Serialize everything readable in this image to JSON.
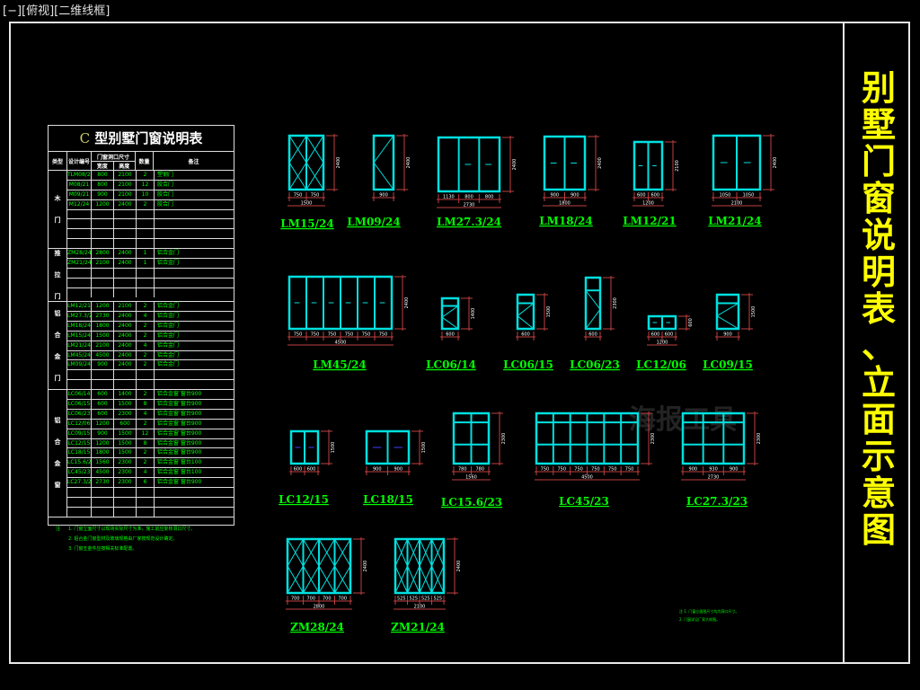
{
  "viewport_label": "[−][俯视][二维线框]",
  "side_title": [
    "别",
    "墅",
    "门",
    "窗",
    "说",
    "明",
    "表",
    "、",
    "立",
    "面",
    "示",
    "意",
    "图"
  ],
  "watermark": "海报工具",
  "table": {
    "title_prefix": "C",
    "title": "型别墅门窗说明表",
    "headers": [
      "类型",
      "设计编号",
      "门窗洞口尺寸",
      "宽度",
      "高度",
      "数量",
      "备注"
    ],
    "groups": [
      {
        "name": [
          "木",
          "门"
        ],
        "rows": [
          [
            "TLM08/21",
            "800",
            "2100",
            "2",
            "塑钢门"
          ],
          [
            "M08/21",
            "800",
            "2100",
            "12",
            "胶合门"
          ],
          [
            "M09/21",
            "900",
            "2100",
            "10",
            "胶合门"
          ],
          [
            "M12/24",
            "1200",
            "2400",
            "2",
            "胶合门"
          ],
          [
            "",
            "",
            "",
            "",
            ""
          ],
          [
            "",
            "",
            "",
            "",
            ""
          ],
          [
            "",
            "",
            "",
            "",
            ""
          ],
          [
            "",
            "",
            "",
            "",
            ""
          ]
        ]
      },
      {
        "name": [
          "推",
          "拉",
          "门"
        ],
        "rows": [
          [
            "ZM28/24",
            "2800",
            "2400",
            "1",
            "铝合金门"
          ],
          [
            "ZM21/24",
            "2100",
            "2400",
            "1",
            "铝合金门"
          ],
          [
            "",
            "",
            "",
            "",
            ""
          ],
          [
            "",
            "",
            "",
            "",
            ""
          ],
          [
            "",
            "",
            "",
            "",
            ""
          ]
        ]
      },
      {
        "name": [
          "铝",
          "合",
          "金",
          "门"
        ],
        "rows": [
          [
            "LM12/21",
            "1200",
            "2100",
            "2",
            "铝合金门"
          ],
          [
            "LM27.3/24",
            "2730",
            "2400",
            "4",
            "铝合金门"
          ],
          [
            "LM18/24",
            "1800",
            "2400",
            "2",
            "铝合金门"
          ],
          [
            "LM15/24",
            "1500",
            "2400",
            "2",
            "铝合金门"
          ],
          [
            "LM21/24",
            "2100",
            "2400",
            "4",
            "铝合金门"
          ],
          [
            "LM45/24",
            "4500",
            "2400",
            "2",
            "铝合金门"
          ],
          [
            "LM09/24",
            "900",
            "2400",
            "2",
            "铝合金门"
          ],
          [
            "",
            "",
            "",
            "",
            ""
          ],
          [
            "",
            "",
            "",
            "",
            ""
          ]
        ]
      },
      {
        "name": [
          "铝",
          "合",
          "金",
          "窗"
        ],
        "rows": [
          [
            "LC06/14",
            "600",
            "1400",
            "2",
            "铝合金窗 窗台900"
          ],
          [
            "LC06/15",
            "600",
            "1500",
            "8",
            "铝合金窗 窗台900"
          ],
          [
            "LC06/23",
            "600",
            "2300",
            "4",
            "铝合金窗 窗台900"
          ],
          [
            "LC12/06",
            "1200",
            "600",
            "2",
            "铝合金窗 窗台900"
          ],
          [
            "LC09/15",
            "900",
            "1500",
            "12",
            "铝合金窗 窗台900"
          ],
          [
            "LC12/15",
            "1200",
            "1500",
            "8",
            "铝合金窗 窗台900"
          ],
          [
            "LC18/15",
            "1800",
            "1500",
            "2",
            "铝合金窗 窗台900"
          ],
          [
            "LC15.6/23",
            "1560",
            "2300",
            "2",
            "铝合金窗 窗台100"
          ],
          [
            "LC45/23",
            "4500",
            "2300",
            "4",
            "铝合金窗 窗台100"
          ],
          [
            "LC27.3/23",
            "2730",
            "2300",
            "6",
            "铝合金窗 窗台900"
          ],
          [
            "",
            "",
            "",
            "",
            ""
          ],
          [
            "",
            "",
            "",
            "",
            ""
          ],
          [
            "",
            "",
            "",
            "",
            ""
          ]
        ]
      }
    ],
    "notes_label": "注",
    "notes": [
      "1. 门窗立面尺寸以现场实际尺寸为准，施工前应复核洞口尺寸。",
      "2. 铝合金门窗型材及玻璃规格由厂家按规范设计确定。",
      "3. 门窗五金件应按相关标准配置。"
    ]
  },
  "notes2": [
    "注  1. 门窗立面图尺寸均为洞口尺寸。",
    "     2. 门窗详见厂家大样图。"
  ],
  "colors": {
    "frame": "#00e0e0",
    "dim": "#c04040",
    "label": "#00ff00",
    "title": "#ffff00"
  },
  "windows": [
    {
      "label": "LM15/24",
      "type": "swing2",
      "dims": [
        "750",
        "750"
      ],
      "total": "1500",
      "height": "2400"
    },
    {
      "label": "LM09/24",
      "type": "swing1",
      "dims": [
        "900"
      ],
      "total": "",
      "height": "2400"
    },
    {
      "label": "LM27.3/24",
      "type": "slide3",
      "dims": [
        "1130",
        "800",
        "800"
      ],
      "total": "2730",
      "height": "2400"
    },
    {
      "label": "LM18/24",
      "type": "slide2",
      "dims": [
        "900",
        "900"
      ],
      "total": "1800",
      "height": "2400"
    },
    {
      "label": "LM12/21",
      "type": "slide2",
      "dims": [
        "600",
        "600"
      ],
      "total": "1200",
      "height": "2100"
    },
    {
      "label": "LM21/24",
      "type": "slide2",
      "dims": [
        "1050",
        "1050"
      ],
      "total": "2100",
      "height": "2400"
    },
    {
      "label": "LM45/24",
      "type": "slide6",
      "dims": [
        "750",
        "750",
        "750",
        "750",
        "750",
        "750"
      ],
      "total": "4500",
      "height": "2400"
    },
    {
      "label": "LC06/14",
      "type": "top1",
      "dims": [
        "600"
      ],
      "total": "",
      "height": "1400"
    },
    {
      "label": "LC06/15",
      "type": "top1",
      "dims": [
        "600"
      ],
      "total": "",
      "height": "1500"
    },
    {
      "label": "LC06/23",
      "type": "tall",
      "dims": [
        "600"
      ],
      "total": "",
      "height": "2300"
    },
    {
      "label": "LC12/06",
      "type": "slide2",
      "dims": [
        "600",
        "600"
      ],
      "total": "1200",
      "height": "600"
    },
    {
      "label": "LC09/15",
      "type": "top1",
      "dims": [
        "900"
      ],
      "total": "",
      "height": "1500"
    },
    {
      "label": "LC12/15",
      "type": "slide2",
      "dims": [
        "600",
        "600"
      ],
      "total": "",
      "height": "1500"
    },
    {
      "label": "LC18/15",
      "type": "slide2",
      "dims": [
        "900",
        "900"
      ],
      "total": "",
      "height": "1500"
    },
    {
      "label": "LC15.6/23",
      "type": "grid2",
      "dims": [
        "780",
        "780"
      ],
      "total": "1560",
      "height": "2300"
    },
    {
      "label": "LC45/23",
      "type": "grid6",
      "dims": [
        "750",
        "750",
        "750",
        "750",
        "750",
        "750"
      ],
      "total": "4500",
      "height": "2300"
    },
    {
      "label": "LC27.3/23",
      "type": "grid3",
      "dims": [
        "900",
        "930",
        "900"
      ],
      "total": "2730",
      "height": "2300"
    },
    {
      "label": "ZM28/24",
      "type": "fold4",
      "dims": [
        "700",
        "700",
        "700",
        "700"
      ],
      "total": "2800",
      "height": "2400"
    },
    {
      "label": "ZM21/24",
      "type": "fold4",
      "dims": [
        "525",
        "525",
        "525",
        "525"
      ],
      "total": "2100",
      "height": "2400"
    }
  ]
}
